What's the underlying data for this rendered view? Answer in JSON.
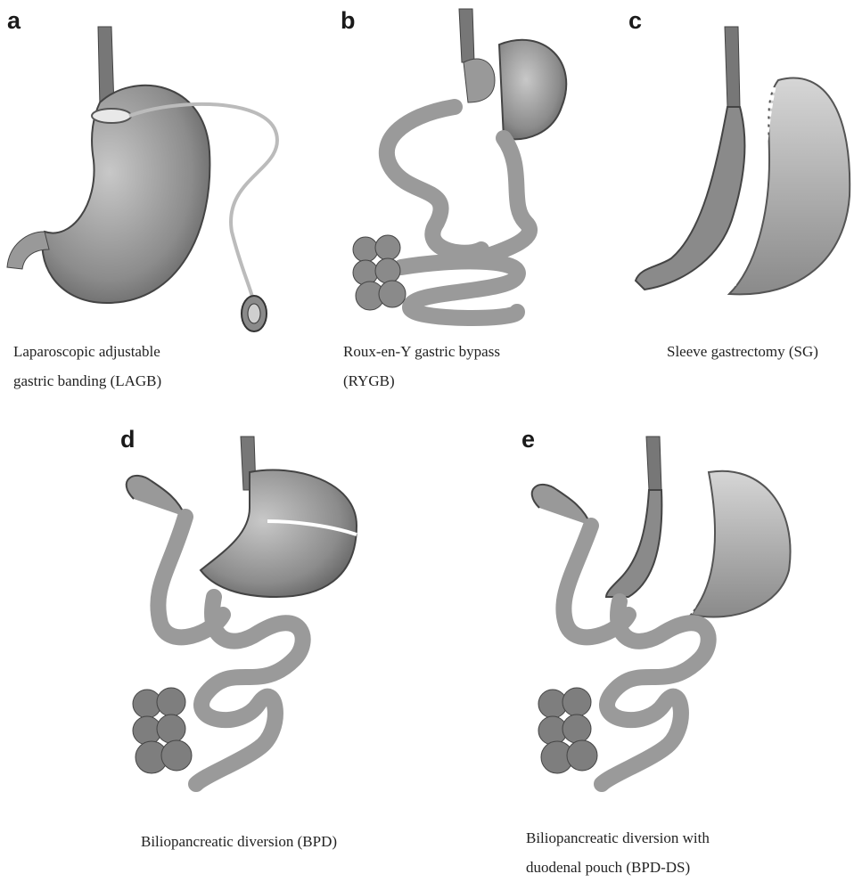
{
  "panels": [
    {
      "letter": "a",
      "caption_lines": [
        "Laparoscopic adjustable",
        "gastric banding (LAGB)"
      ]
    },
    {
      "letter": "b",
      "caption_lines": [
        "Roux-en-Y gastric bypass",
        "(RYGB)"
      ]
    },
    {
      "letter": "c",
      "caption_lines": [
        "Sleeve gastrectomy (SG)"
      ]
    },
    {
      "letter": "d",
      "caption_lines": [
        "Biliopancreatic diversion (BPD)"
      ]
    },
    {
      "letter": "e",
      "caption_lines": [
        "Biliopancreatic diversion with",
        "duodenal pouch (BPD-DS)"
      ]
    }
  ],
  "colors": {
    "stomach": "#9a9a9a",
    "stomach_dark": "#6e6e6e",
    "intestine": "#b3b3b3",
    "outline": "#4a4a4a",
    "staple": "#ffffff"
  }
}
